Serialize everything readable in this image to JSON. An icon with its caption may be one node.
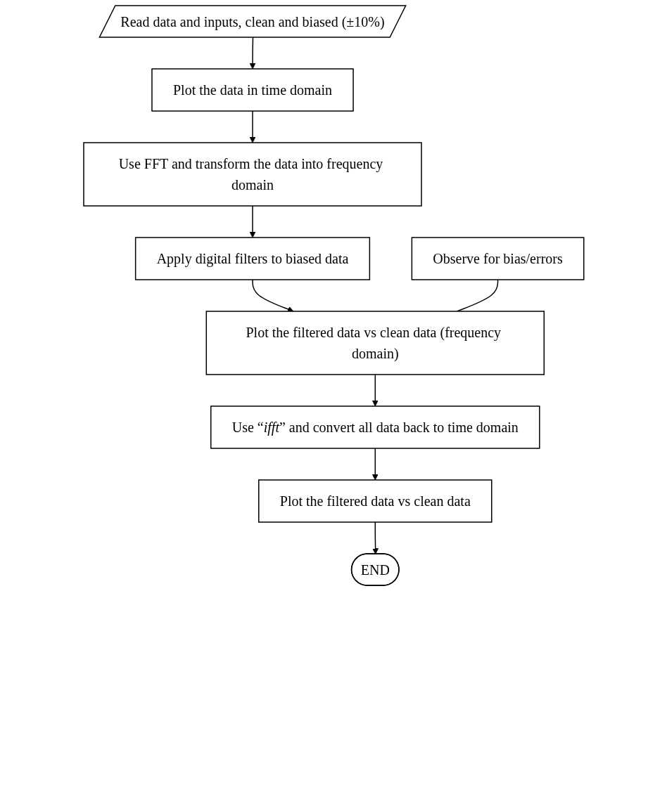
{
  "diagram": {
    "nodes": [
      {
        "text": [
          "Read data and inputs, clean and biased (±10%)"
        ]
      },
      {
        "text": [
          "Plot the data in time domain"
        ]
      },
      {
        "text": [
          "Use FFT and transform the data into frequency domain"
        ]
      },
      {
        "text": [
          "Apply digital filters to biased data"
        ]
      },
      {
        "text": [
          "Observe for bias/errors"
        ]
      },
      {
        "text": [
          "Plot the filtered data vs clean data (frequency domain)"
        ]
      },
      {
        "text": [
          "Use “*ifft*” and convert all data back to time domain"
        ]
      },
      {
        "text": [
          "Plot the filtered data vs clean data"
        ]
      },
      {
        "text": [
          "END"
        ]
      }
    ],
    "edges": [
      {
        "from": 0,
        "to": 1,
        "arrow": "to"
      },
      {
        "from": 1,
        "to": 2,
        "arrow": "to"
      },
      {
        "from": 2,
        "to": 3,
        "arrow": "to"
      },
      {
        "from": 3,
        "to": 5,
        "arrow": "to"
      },
      {
        "from": 4,
        "to": 5,
        "arrow": "none"
      },
      {
        "from": 5,
        "to": 6,
        "arrow": "to"
      },
      {
        "from": 6,
        "to": 7,
        "arrow": "to"
      },
      {
        "from": 7,
        "to": 8,
        "arrow": "to"
      }
    ]
  }
}
